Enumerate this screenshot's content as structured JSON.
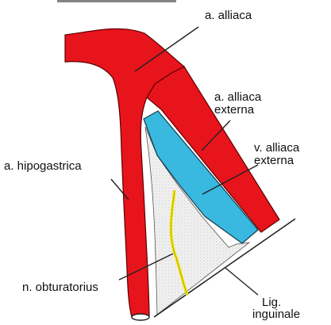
{
  "figure": {
    "labels": {
      "a_alliaca": "a. alliaca",
      "a_alliaca_externa_1": "a. alliaca",
      "a_alliaca_externa_2": "externa",
      "v_alliaca_externa_1": "v. alliaca",
      "v_alliaca_externa_2": "externa",
      "a_hipogastrica": "a. hipogastrica",
      "n_obturatorius": "n. obturatorius",
      "lig_inguinale_1": "Lig.",
      "lig_inguinale_2": "inguinale"
    },
    "colors": {
      "artery": "#e8141c",
      "vein": "#39b9e0",
      "nerve": "#f2e600",
      "fossa": "#ececec",
      "outline": "#222222"
    }
  }
}
